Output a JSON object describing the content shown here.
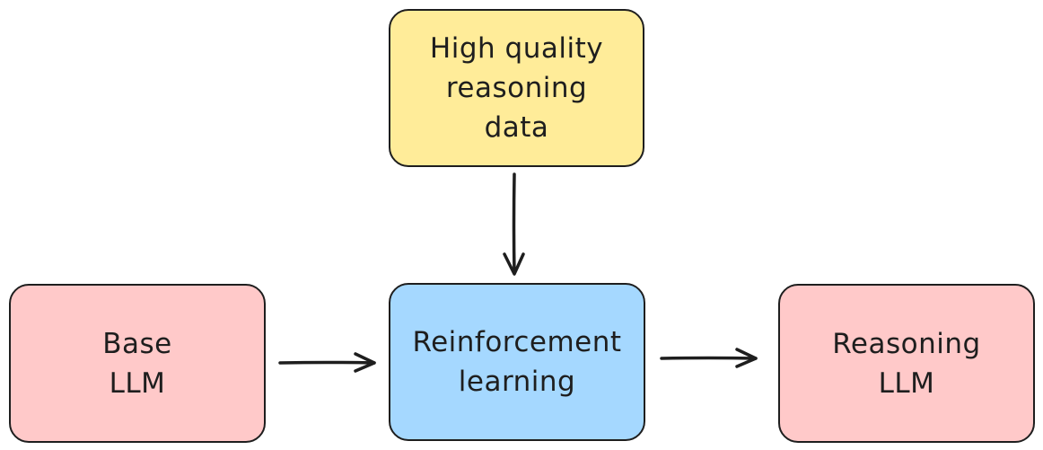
{
  "nodes": {
    "data": {
      "label": "High quality\nreasoning\ndata",
      "fill": "#ffec99"
    },
    "base": {
      "label": "Base\nLLM",
      "fill": "#ffc9c9"
    },
    "rl": {
      "label": "Reinforcement\nlearning",
      "fill": "#a5d8ff"
    },
    "out": {
      "label": "Reasoning\nLLM",
      "fill": "#ffc9c9"
    }
  },
  "edges": [
    {
      "from": "data",
      "to": "rl"
    },
    {
      "from": "base",
      "to": "rl"
    },
    {
      "from": "rl",
      "to": "out"
    }
  ],
  "colors": {
    "stroke": "#1e1e1e"
  }
}
